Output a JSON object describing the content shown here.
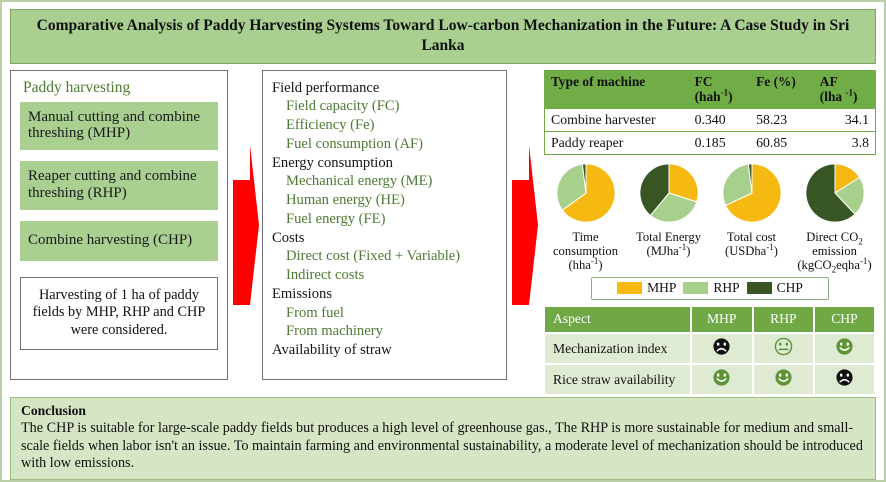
{
  "title": "Comparative Analysis of Paddy Harvesting Systems Toward Low-carbon Mechanization in the Future: A Case Study in Sri Lanka",
  "left": {
    "heading": "Paddy harvesting",
    "options": [
      "Manual cutting and combine threshing (MHP)",
      "Reaper cutting and combine threshing (RHP)",
      "Combine harvesting (CHP)"
    ],
    "note": "Harvesting of 1 ha of paddy fields by MHP, RHP and CHP were considered."
  },
  "middle": {
    "groups": [
      {
        "title": "Field performance",
        "items": [
          "Field capacity (FC)",
          "Efficiency (Fe)",
          "Fuel consumption (AF)"
        ]
      },
      {
        "title": "Energy consumption",
        "items": [
          "Mechanical energy (ME)",
          "Human energy (HE)",
          "Fuel energy (FE)"
        ]
      },
      {
        "title": "Costs",
        "items": [
          "Direct cost (Fixed + Variable)",
          "Indirect costs"
        ]
      },
      {
        "title": "Emissions",
        "items": [
          "From fuel",
          "From machinery"
        ]
      },
      {
        "title": "Availability of straw",
        "items": []
      }
    ]
  },
  "machine_table": {
    "headers": [
      "Type of machine",
      "FC (hah-1)",
      "Fe (%)",
      "AF (lha -1)"
    ],
    "header_main": [
      "Type of machine",
      "FC",
      "Fe (%)",
      "AF"
    ],
    "header_units": [
      "",
      "(hah",
      "",
      "(lha "
    ],
    "rows": [
      {
        "machine": "Combine harvester",
        "fc": "0.340",
        "fe": "58.23",
        "af": "34.1"
      },
      {
        "machine": "Paddy reaper",
        "fc": "0.185",
        "fe": "60.85",
        "af": "3.8"
      }
    ]
  },
  "chart_data": [
    {
      "type": "pie",
      "title": "Time consumption (hha-1)",
      "caption_lines": [
        "Time",
        "consumption",
        "(hha-1)"
      ],
      "categories": [
        "MHP",
        "RHP",
        "CHP"
      ],
      "values": [
        65,
        33,
        2
      ],
      "colors": [
        "#F5B912",
        "#A8D08D",
        "#375623"
      ]
    },
    {
      "type": "pie",
      "title": "Total Energy (MJha-1)",
      "caption_lines": [
        "Total Energy",
        "(MJha-1)"
      ],
      "categories": [
        "MHP",
        "RHP",
        "CHP"
      ],
      "values": [
        30,
        31,
        39
      ],
      "colors": [
        "#F5B912",
        "#A8D08D",
        "#375623"
      ]
    },
    {
      "type": "pie",
      "title": "Total cost (USDha-1)",
      "caption_lines": [
        "Total cost",
        "(USDha-1)"
      ],
      "categories": [
        "MHP",
        "RHP",
        "CHP"
      ],
      "values": [
        68,
        30,
        2
      ],
      "colors": [
        "#F5B912",
        "#A8D08D",
        "#375623"
      ]
    },
    {
      "type": "pie",
      "title": "Direct CO2 emission (kgCO2eqha-1)",
      "caption_lines": [
        "Direct CO2",
        "emission",
        "(kgCO2eqha-1)"
      ],
      "categories": [
        "MHP",
        "RHP",
        "CHP"
      ],
      "values": [
        16,
        22,
        62
      ],
      "colors": [
        "#F5B912",
        "#A8D08D",
        "#375623"
      ]
    }
  ],
  "legend": {
    "items": [
      {
        "label": "MHP",
        "color": "#F5B912"
      },
      {
        "label": "RHP",
        "color": "#A8D08D"
      },
      {
        "label": "CHP",
        "color": "#375623"
      }
    ]
  },
  "aspect_table": {
    "headers": [
      "Aspect",
      "MHP",
      "RHP",
      "CHP"
    ],
    "rows": [
      {
        "aspect": "Mechanization index",
        "mhp": "sad-face-black",
        "rhp": "neutral-face-green-outline",
        "chp": "happy-face-green"
      },
      {
        "aspect": "Rice straw availability",
        "mhp": "happy-face-green",
        "rhp": "happy-face-green",
        "chp": "sad-face-black"
      }
    ]
  },
  "conclusion": {
    "heading": "Conclusion",
    "text": "The CHP is suitable for large-scale paddy fields but produces a high level of greenhouse gas., The RHP is more sustainable for medium and small-scale fields when labor isn't an issue. To maintain farming and environmental sustainability, a moderate level of mechanization should be introduced with low emissions."
  },
  "colors": {
    "title_bg": "#a9cf91",
    "option_bg": "#a9cf91",
    "arrow": "#FF0000",
    "table_header": "#70AD47",
    "aspect_header": "#6FA845",
    "aspect_row": "#dfead3",
    "conclusion_bg": "#d6e6c5"
  }
}
